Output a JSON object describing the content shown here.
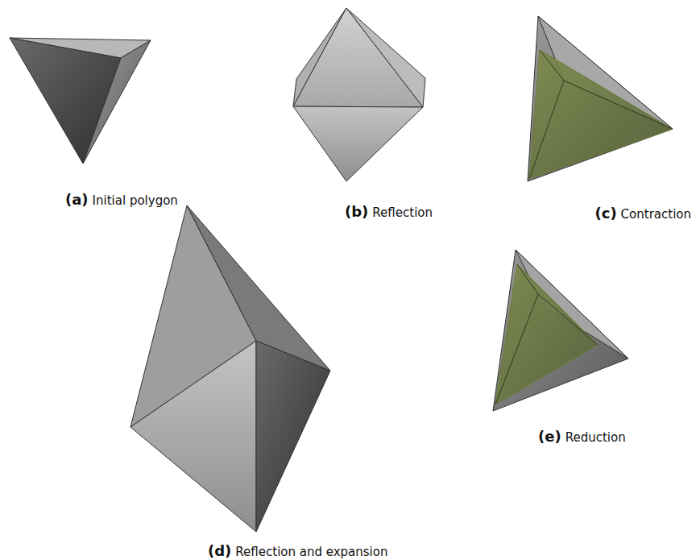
{
  "diagram": {
    "labels": [
      "(a)",
      "Initial polygon",
      "(b)",
      "Reflection",
      "(c)",
      "Contraction",
      "(d)",
      "Reflection and expansion",
      "(e)",
      "Reduction"
    ]
  }
}
